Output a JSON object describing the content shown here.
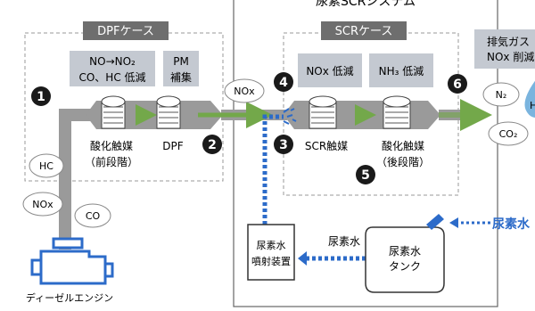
{
  "system_title": "尿素SCRシステム",
  "dpf_case": {
    "title": "DPFケース",
    "box1_lines": [
      "NO→NO₂",
      "CO、HC 低減"
    ],
    "box2_lines": [
      "PM",
      "補集"
    ],
    "catalyst1_lines": [
      "酸化触媒",
      "（前段階）"
    ],
    "catalyst2_label": "DPF"
  },
  "scr_case": {
    "title": "SCRケース",
    "box1_label": "NOx 低減",
    "box2_label": "NH₃ 低減",
    "catalyst1_label": "SCR触媒",
    "catalyst2_lines": [
      "酸化触媒",
      "（後段階）"
    ]
  },
  "exhaust_result": [
    "排気ガス",
    "NOx 削減"
  ],
  "numbers": [
    "1",
    "2",
    "3",
    "4",
    "5",
    "6"
  ],
  "gas_clouds": {
    "nox_mid": "NOx",
    "hc": "HC",
    "nox_low": "NOx",
    "co": "CO",
    "n2": "N₂",
    "co2": "CO₂",
    "h_partial": "H"
  },
  "engine_label": "ディーゼルエンジン",
  "urea_injector": [
    "尿素水",
    "噴射装置"
  ],
  "urea_tank": [
    "尿素水",
    "タンク"
  ],
  "urea_pipe_label": "尿素水",
  "urea_supply_label": "尿素水",
  "colors": {
    "pipe": "#9a9a9a",
    "catalyst_bg": "#9a9a9a",
    "info_box": "#c4c9d1",
    "case_title": "#6e6e6e",
    "green_arrow": "#73a84a",
    "urea_blue": "#2c6bc9",
    "badge": "#1a1a1a",
    "droplet": "#7ab4de"
  }
}
